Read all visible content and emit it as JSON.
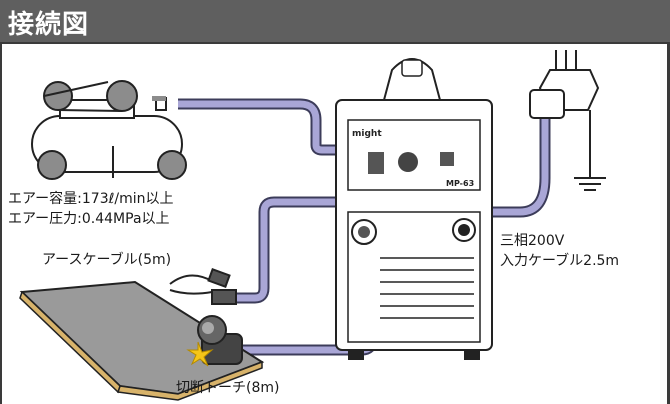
{
  "header": {
    "title": "接続図"
  },
  "labels": {
    "air_volume": "エアー容量:173ℓ/min以上",
    "air_pressure": "エアー圧力:0.44MPa以上",
    "earth_cable": "アースケーブル(5m)",
    "cutting_torch": "切断トーチ(8m)",
    "power_line1": "三相200V",
    "power_line2": "入力ケーブル2.5m"
  },
  "machine": {
    "brand": "might",
    "model": "MP-63"
  },
  "colors": {
    "header_bg": "#5f5f5f",
    "hose": "#a9a6d6",
    "hose_outline": "#3c3c5a",
    "line": "#222222"
  },
  "icons": [
    "air-compressor-icon",
    "welding-machine-icon",
    "power-plug-icon",
    "ground-symbol-icon",
    "cutting-torch-icon",
    "earth-clamp-icon",
    "workpiece-plate-icon",
    "spark-icon"
  ]
}
